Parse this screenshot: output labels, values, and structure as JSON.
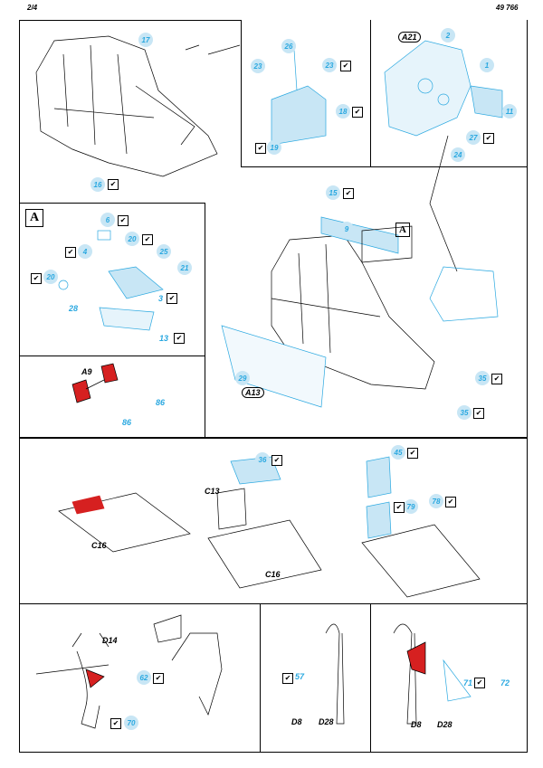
{
  "header": {
    "page": "2/4",
    "code": "49 766"
  },
  "check_symbol": "✔",
  "labels": {
    "p17": "17",
    "p16": "16",
    "p26": "26",
    "p23a": "23",
    "p23b": "23",
    "p18": "18",
    "p19": "19",
    "a21": "A21",
    "p2": "2",
    "p1": "1",
    "p11": "11",
    "p27": "27",
    "p24": "24",
    "A": "A",
    "p6": "6",
    "p20a": "20",
    "p4": "4",
    "p25": "25",
    "p21": "21",
    "p20b": "20",
    "p3": "3",
    "p28": "28",
    "p13": "13",
    "p15": "15",
    "p9": "9",
    "A2": "A",
    "p29": "29",
    "a13": "A13",
    "p35a": "35",
    "p35b": "35",
    "a9": "A9",
    "p86a": "86",
    "p86b": "86",
    "p36": "36",
    "c13": "C13",
    "c16a": "C16",
    "c16b": "C16",
    "p45": "45",
    "p79": "79",
    "p78": "78",
    "d14": "D14",
    "p62": "62",
    "p70": "70",
    "p57": "57",
    "d8a": "D8",
    "d28a": "D28",
    "d8b": "D8",
    "d28b": "D28",
    "p71": "71",
    "p72": "72"
  },
  "colors": {
    "etch": "#2aa8e0",
    "etch_fill": "#c8e6f5",
    "resin": "#d62020",
    "line": "#000000"
  }
}
